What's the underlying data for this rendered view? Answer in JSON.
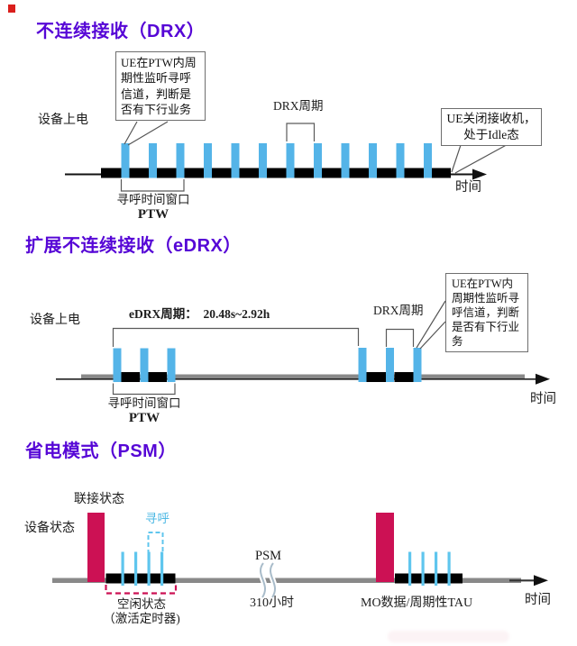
{
  "drx": {
    "title": "不连续接收（DRX）",
    "monitor_callout": "UE在PTW内周期性监听寻呼信道，判断是否有下行业务",
    "device_power_label": "设备上电",
    "cycle_label": "DRX周期",
    "idle_callout_line1": "UE关闭接收机，",
    "idle_callout_line2": "处于Idle态",
    "ptw_window_label": "寻呼时间窗口",
    "ptw_abbr": "PTW",
    "time_label": "时间"
  },
  "edrx": {
    "title": "扩展不连续接收（eDRX）",
    "cycle_label": "eDRX周期：  20.48s~2.92h",
    "device_power_label": "设备上电",
    "drx_cycle_label": "DRX周期",
    "monitor_callout": "UE在PTW内周期性监听寻呼信道，判断是否有下行业务",
    "ptw_window_label": "寻呼时间窗口",
    "ptw_abbr": "PTW",
    "time_label": "时间"
  },
  "psm": {
    "title": "省电模式（PSM）",
    "connected_label": "联接状态",
    "device_state_label": "设备状态",
    "paging_label": "寻呼",
    "idle_label": "空闲状态",
    "idle_sub_label": "（激活定时器)",
    "psm_label": "PSM",
    "duration_label": "310小时",
    "mo_label": "MO数据/周期性TAU",
    "time_label": "时间"
  },
  "colors": {
    "title_purple": "#5606d6",
    "paging_bar_blue": "#54b4e8",
    "psm_paging_blue": "#5fc6ee",
    "active_bar_black": "#000000",
    "connected_bar_crimson": "#cc1154",
    "axis_gray": "#898989",
    "break_mark_gray_blue": "#a9bcca",
    "corner_square_red": "#da1f1c"
  }
}
